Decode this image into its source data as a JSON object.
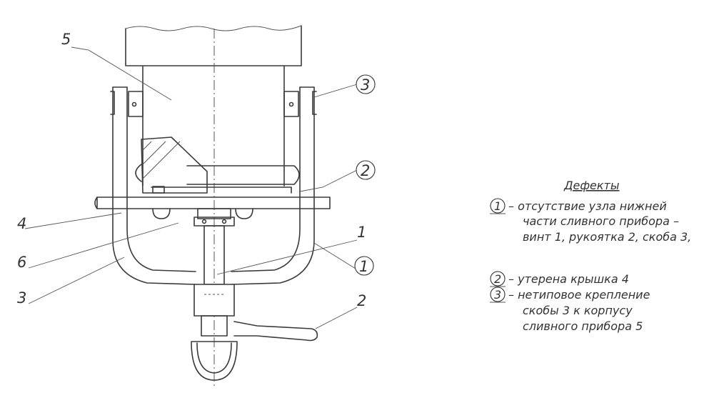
{
  "callouts": {
    "c5": "5",
    "c3_top": "3",
    "c2_mid": "2",
    "c4": "4",
    "c1_mid": "1",
    "c6": "6",
    "c1_circle": "1",
    "c3_left": "3",
    "c2_bottom": "2"
  },
  "legend": {
    "title": "Дефекты",
    "items": [
      {
        "marker": "1",
        "lines": [
          "– отсутствие узла нижней",
          "части сливного прибора –",
          "винт 1, рукоятка 2, скоба 3,"
        ]
      },
      {
        "marker": "2",
        "lines": [
          "– утерена крышка 4"
        ]
      },
      {
        "marker": "3",
        "lines": [
          "– нетиповое крепление",
          "скобы 3 к корпусу",
          "сливного прибора 5"
        ]
      }
    ]
  }
}
